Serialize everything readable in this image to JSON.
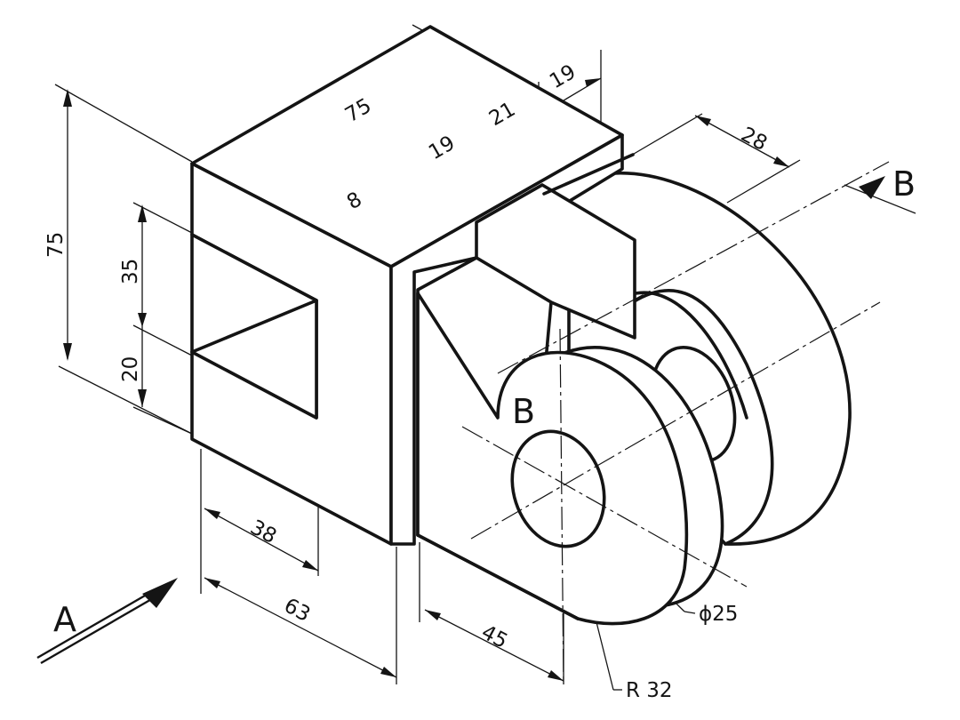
{
  "drawing": {
    "dimensions": {
      "top_length": "75",
      "overall_height": "75",
      "slot_upper_height": "35",
      "slot_lower_height": "20",
      "slot_depth": "38",
      "base_width": "63",
      "boss_length": "45",
      "step_8": "8",
      "step_19a": "19",
      "step_21": "21",
      "step_19b": "19",
      "lug_gap": "28",
      "hole_diameter": "ϕ25",
      "boss_radius": "R 32"
    },
    "views": {
      "view_a": "A",
      "section_b_right": "B",
      "section_b_left": "B"
    }
  }
}
